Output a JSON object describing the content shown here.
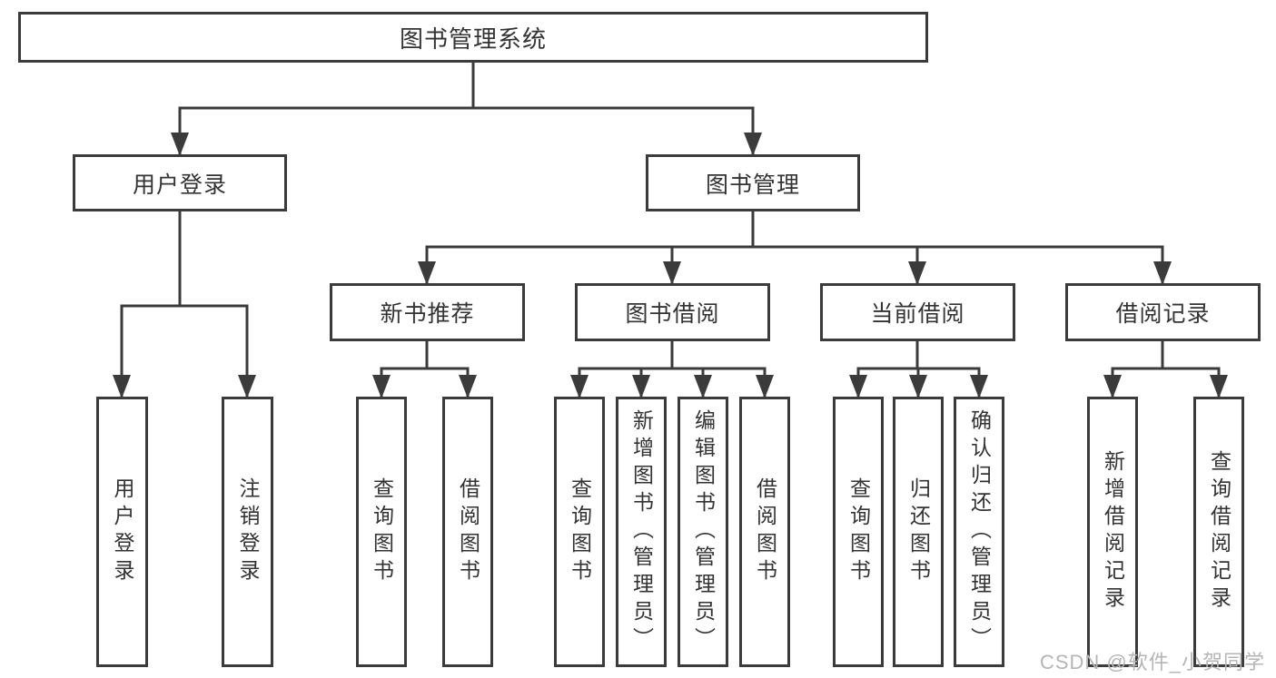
{
  "tree": {
    "label": "图书管理系统",
    "children": [
      {
        "label": "用户登录",
        "children": [
          {
            "label": "用户登录"
          },
          {
            "label": "注销登录"
          }
        ]
      },
      {
        "label": "图书管理",
        "children": [
          {
            "label": "新书推荐",
            "children": [
              {
                "label": "查询图书"
              },
              {
                "label": "借阅图书"
              }
            ]
          },
          {
            "label": "图书借阅",
            "children": [
              {
                "label": "查询图书"
              },
              {
                "label": "新增图书（管理员）"
              },
              {
                "label": "编辑图书（管理员）"
              },
              {
                "label": "借阅图书"
              }
            ]
          },
          {
            "label": "当前借阅",
            "children": [
              {
                "label": "查询图书"
              },
              {
                "label": "归还图书"
              },
              {
                "label": "确认归还（管理员）"
              }
            ]
          },
          {
            "label": "借阅记录",
            "children": [
              {
                "label": "新增借阅记录"
              },
              {
                "label": "查询借阅记录"
              }
            ]
          }
        ]
      }
    ]
  },
  "watermark": {
    "text": "CSDN @软件_小贺同学"
  },
  "colors": {
    "line": "#3b3b3b",
    "text": "#333333",
    "background": "#ffffff",
    "watermark": "#b5b5b5"
  }
}
